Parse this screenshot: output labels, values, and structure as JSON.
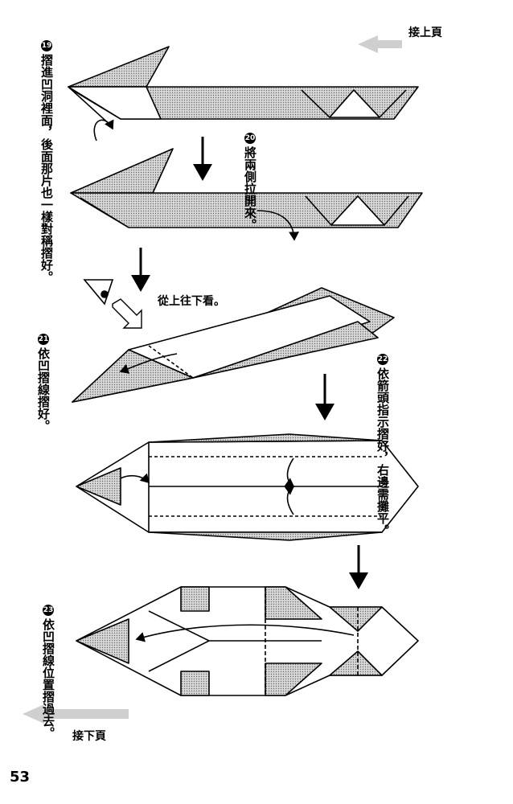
{
  "header": {
    "continue_from": "接上頁"
  },
  "footer": {
    "continue_to": "接下頁",
    "page_number": "53"
  },
  "steps": [
    {
      "num": "19",
      "line1": "摺進凹洞裡面，",
      "line2": "後面那片也一樣",
      "line3": "對稱摺好。"
    },
    {
      "num": "20",
      "line1": "將兩側",
      "line2": "拉開來。"
    },
    {
      "num": "21",
      "line1": "依凹摺線摺好。"
    },
    {
      "num": "22",
      "line1": "依箭頭指示",
      "line2": "摺好，",
      "line3": "右邊需攤平。"
    },
    {
      "num": "23",
      "line1": "依凹摺線位置",
      "line2": "摺過去。"
    }
  ],
  "view_note": "從上往下看。",
  "colors": {
    "shade": "#bdbdbd",
    "line": "#000000",
    "arrow_gray": "#cfcfcf"
  }
}
